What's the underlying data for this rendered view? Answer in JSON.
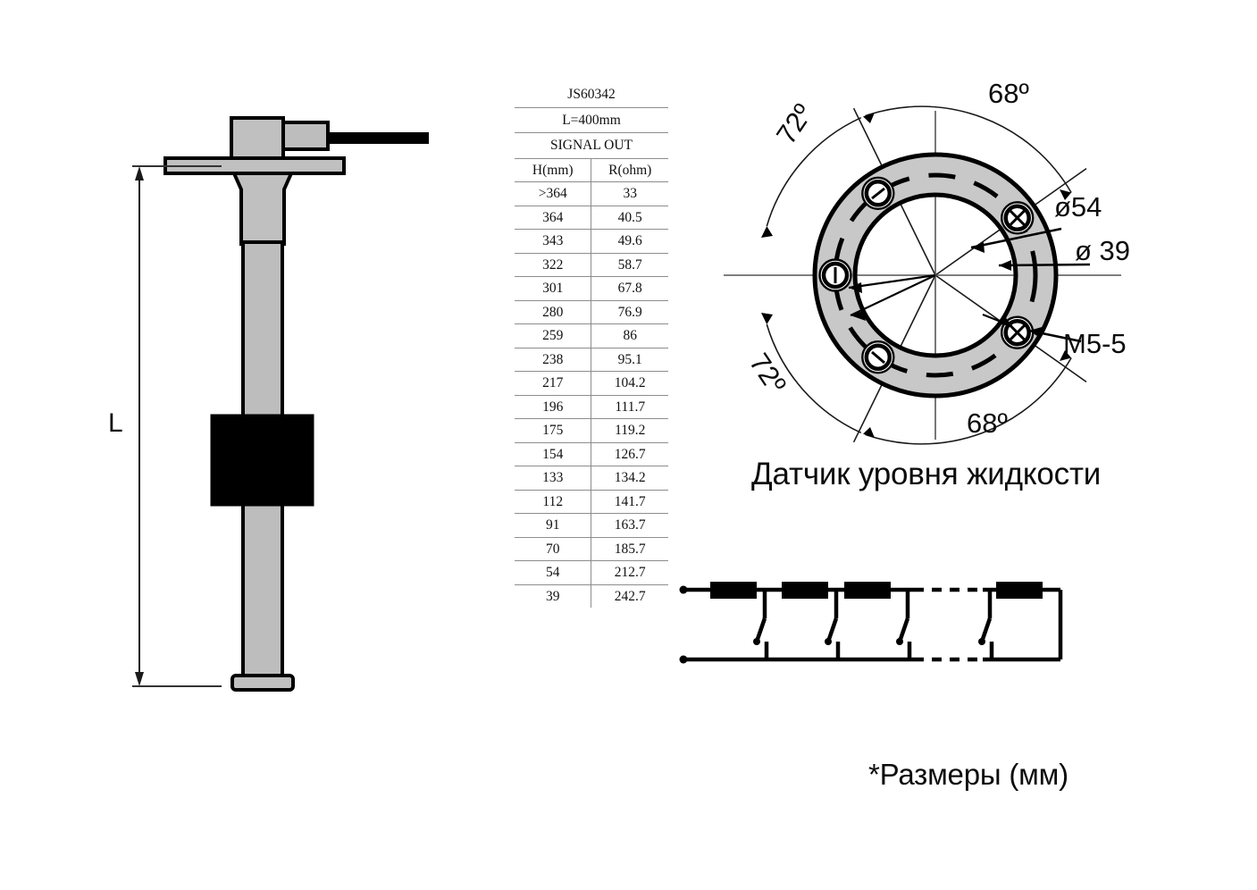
{
  "document": {
    "kind": "technical-drawing",
    "sensor_caption": "Датчик уровня жидкости",
    "units_note": "*Размеры (мм)"
  },
  "table": {
    "model": "JS60342",
    "length": "L=400mm",
    "signal": "SIGNAL OUT",
    "columns": [
      "H(mm)",
      "R(ohm)"
    ],
    "rows": [
      {
        "h": ">364",
        "r": "33"
      },
      {
        "h": "364",
        "r": "40.5"
      },
      {
        "h": "343",
        "r": "49.6"
      },
      {
        "h": "322",
        "r": "58.7"
      },
      {
        "h": "301",
        "r": "67.8"
      },
      {
        "h": "280",
        "r": "76.9"
      },
      {
        "h": "259",
        "r": "86"
      },
      {
        "h": "238",
        "r": "95.1"
      },
      {
        "h": "217",
        "r": "104.2"
      },
      {
        "h": "196",
        "r": "111.7"
      },
      {
        "h": "175",
        "r": "119.2"
      },
      {
        "h": "154",
        "r": "126.7"
      },
      {
        "h": "133",
        "r": "134.2"
      },
      {
        "h": "112",
        "r": "141.7"
      },
      {
        "h": "91",
        "r": "163.7"
      },
      {
        "h": "70",
        "r": "185.7"
      },
      {
        "h": "54",
        "r": "212.7"
      },
      {
        "h": "39",
        "r": "242.7"
      }
    ]
  },
  "side_view": {
    "dimension_label": "L"
  },
  "flange_view": {
    "labels": {
      "angle_top_right": "68º",
      "angle_bottom_right": "68º",
      "angle_top_left": "72º",
      "angle_bottom_left": "72º",
      "outer_diameter": "ø54",
      "inner_diameter": "ø 39",
      "thread": "M5-5"
    },
    "bolt_hole_count": 5,
    "bolt_angles_deg": [
      180,
      125,
      35,
      -35,
      -125
    ]
  },
  "colors": {
    "line": "#000000",
    "flange_fill": "#c8c8c8",
    "tube_fill": "#bdbdbd",
    "float_fill": "#000000",
    "table_rule": "#8d8d8d",
    "thin_line": "#1a1a1a"
  },
  "chart_data": {
    "type": "line",
    "title": "JS60342 resistance vs. level",
    "xlabel": "H(mm)",
    "ylabel": "R(ohm)",
    "x": [
      39,
      54,
      70,
      91,
      112,
      133,
      154,
      175,
      196,
      217,
      238,
      259,
      280,
      301,
      322,
      343,
      364
    ],
    "values": [
      242.7,
      212.7,
      185.7,
      163.7,
      141.7,
      134.2,
      126.7,
      119.2,
      111.7,
      104.2,
      95.1,
      86,
      76.9,
      67.8,
      58.7,
      49.6,
      40.5
    ],
    "note_above_range": {
      "x": ">364",
      "y": 33
    },
    "xlim": [
      39,
      364
    ],
    "ylim": [
      33,
      242.7
    ],
    "grid": false,
    "legend": "none"
  }
}
